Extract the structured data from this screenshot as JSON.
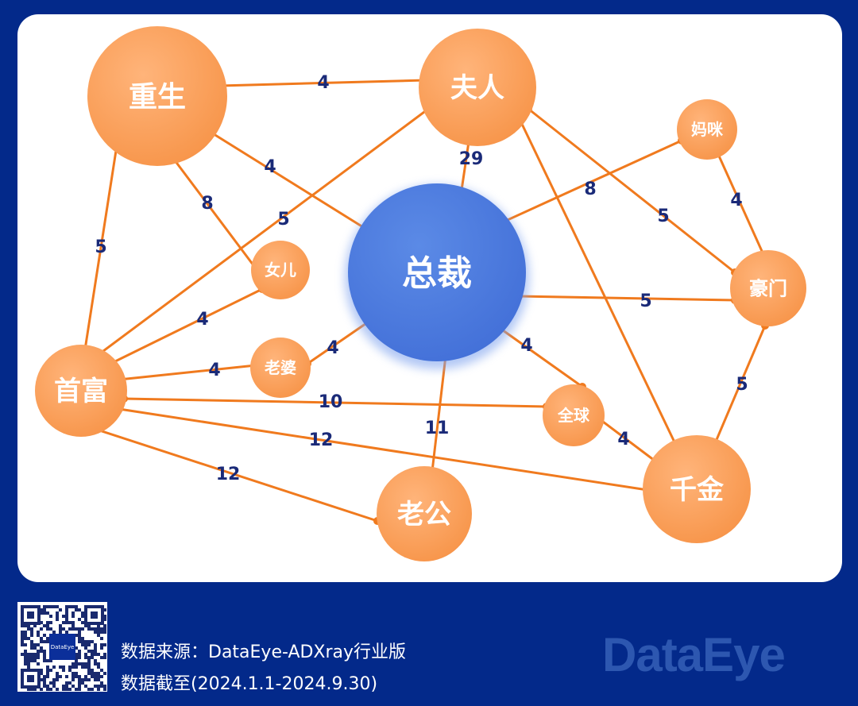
{
  "colors": {
    "background": "#03298a",
    "node": "#f9a05c",
    "center_node": "#4d7ddf",
    "edge": "#f07a1e",
    "edge_label": "#1a2a78"
  },
  "nodes": [
    {
      "id": "chongsheng",
      "label": "重生",
      "type": "keyword"
    },
    {
      "id": "furen",
      "label": "夫人",
      "type": "keyword"
    },
    {
      "id": "mami",
      "label": "妈咪",
      "type": "keyword"
    },
    {
      "id": "zongcai",
      "label": "总裁",
      "type": "center"
    },
    {
      "id": "nver",
      "label": "女儿",
      "type": "keyword"
    },
    {
      "id": "haomen",
      "label": "豪门",
      "type": "keyword"
    },
    {
      "id": "shoufu",
      "label": "首富",
      "type": "keyword"
    },
    {
      "id": "laopo",
      "label": "老婆",
      "type": "keyword"
    },
    {
      "id": "quanqiu",
      "label": "全球",
      "type": "keyword"
    },
    {
      "id": "qianjin",
      "label": "千金",
      "type": "keyword"
    },
    {
      "id": "laogong",
      "label": "老公",
      "type": "keyword"
    }
  ],
  "edges": [
    {
      "source": "chongsheng",
      "target": "furen",
      "weight": "4"
    },
    {
      "source": "chongsheng",
      "target": "zongcai",
      "weight": "4"
    },
    {
      "source": "chongsheng",
      "target": "nver",
      "weight": "8"
    },
    {
      "source": "chongsheng",
      "target": "shoufu",
      "weight": "5"
    },
    {
      "source": "furen",
      "target": "shoufu",
      "weight": "5"
    },
    {
      "source": "furen",
      "target": "zongcai",
      "weight": "29"
    },
    {
      "source": "furen",
      "target": "haomen",
      "weight": "5"
    },
    {
      "source": "furen",
      "target": "qianjin",
      "weight": ""
    },
    {
      "source": "mami",
      "target": "zongcai",
      "weight": "8"
    },
    {
      "source": "mami",
      "target": "haomen",
      "weight": "4"
    },
    {
      "source": "zongcai",
      "target": "haomen",
      "weight": "5"
    },
    {
      "source": "haomen",
      "target": "qianjin",
      "weight": "5"
    },
    {
      "source": "nver",
      "target": "shoufu",
      "weight": "4"
    },
    {
      "source": "laopo",
      "target": "shoufu",
      "weight": "4"
    },
    {
      "source": "laopo",
      "target": "zongcai",
      "weight": "4"
    },
    {
      "source": "zongcai",
      "target": "quanqiu",
      "weight": "4"
    },
    {
      "source": "quanqiu",
      "target": "qianjin",
      "weight": "4"
    },
    {
      "source": "shoufu",
      "target": "quanqiu",
      "weight": "10"
    },
    {
      "source": "shoufu",
      "target": "qianjin",
      "weight": "12"
    },
    {
      "source": "shoufu",
      "target": "laogong",
      "weight": "12"
    },
    {
      "source": "zongcai",
      "target": "laogong",
      "weight": "11"
    }
  ],
  "footer": {
    "source_line": "数据来源：DataEye-ADXray行业版",
    "date_line": "数据截至(2024.1.1-2024.9.30)",
    "logo": "DataEye",
    "qr_center": "DataEye"
  }
}
